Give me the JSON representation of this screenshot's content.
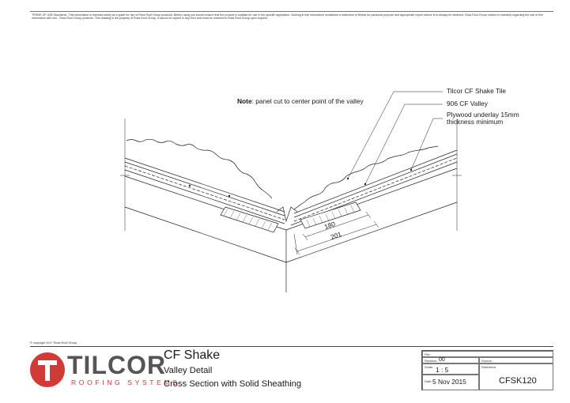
{
  "disclaimer": "TERMS OF USE Disclaimer: This information is intended solely as a guide for use of Ross Roof Group products. Before using you should ensure that the product is suitable for use in the specific application. Nothing in this information constitutes a statement of fitness for particular purpose and appropriate expert advice is to always be obtained. Ross Roof Group makes no warranty regarding the use of this information with non - Ross Roof Group products. This drawing is the property of Ross Roof Group. It cannot be copied in any form and must be returned to Ross Roof Group upon request.",
  "drawing": {
    "note_label": "Note",
    "note_text": ": panel cut to center point of the valley",
    "callouts": [
      "Tilcor CF Shake Tile",
      "906 CF Valley",
      "Plywood underlay 15mm",
      "thickness minimum"
    ],
    "dimensions": [
      "180",
      "201"
    ]
  },
  "copyright": "© copyright 2017 Ross Roof Group",
  "brand": {
    "name": "TILCOR",
    "tagline": "ROOFING SYSTEMS",
    "colors": {
      "red": "#d13b35",
      "grey": "#555555"
    }
  },
  "title_block": {
    "title": "CF Shake",
    "subtitle1": "Valley Detail",
    "subtitle2": "Cross Section with Solid Sheathing",
    "file_label": "File:",
    "revision_label": "Revision:",
    "revision_value": "00",
    "source_label": "Source:",
    "scale_label": "Scale:",
    "scale_value": "1 : 5",
    "reference_label": "Reference",
    "date_label": "Date:",
    "date_value": "5 Nov 2015",
    "drawing_number": "CFSK120"
  }
}
